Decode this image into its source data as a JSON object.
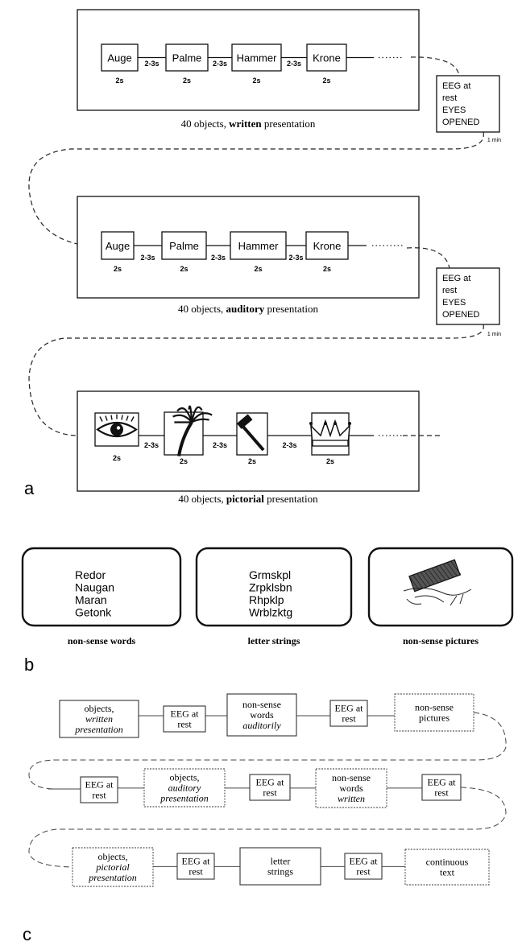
{
  "panel_a": {
    "label": "a",
    "rows": [
      {
        "items": [
          "Auge",
          "Palme",
          "Hammer",
          "Krone"
        ],
        "durations": [
          "2s",
          "2s",
          "2s",
          "2s"
        ],
        "intervals": [
          "2-3s",
          "2-3s",
          "2-3s"
        ],
        "caption_prefix": "40 objects, ",
        "caption_bold": "written",
        "caption_suffix": " presentation"
      },
      {
        "items": [
          "Auge",
          "Palme",
          "Hammer",
          "Krone"
        ],
        "durations": [
          "2s",
          "2s",
          "2s",
          "2s"
        ],
        "intervals": [
          "2-3s",
          "2-3s",
          "2-3s"
        ],
        "caption_prefix": "40 objects, ",
        "caption_bold": "auditory",
        "caption_suffix": " presentation"
      },
      {
        "icons": [
          "eye-icon",
          "palm-tree-icon",
          "hammer-icon",
          "crown-icon"
        ],
        "durations": [
          "2s",
          "2s",
          "2s",
          "2s"
        ],
        "intervals": [
          "2-3s",
          "2-3s",
          "2-3s"
        ],
        "caption_prefix": "40 objects, ",
        "caption_bold": "pictorial",
        "caption_suffix": " presentation"
      }
    ],
    "eeg_boxes": [
      {
        "lines": [
          "EEG at",
          "rest",
          "EYES",
          "OPENED"
        ],
        "duration": "1 min"
      },
      {
        "lines": [
          "EEG at",
          "rest",
          "EYES",
          "OPENED"
        ],
        "duration": "1 min"
      }
    ]
  },
  "panel_b": {
    "label": "b",
    "screens": [
      {
        "words": [
          "Redor",
          "Naugan",
          "Maran",
          "Getonk"
        ],
        "caption": "non-sense words"
      },
      {
        "words": [
          "Grmskpl",
          "Zrpklsbn",
          "Rhpklp",
          "Wrblzktg"
        ],
        "caption": "letter strings"
      },
      {
        "icon": "abstract-shape-icon",
        "caption": "non-sense pictures"
      }
    ]
  },
  "panel_c": {
    "label": "c",
    "rows": [
      [
        {
          "lines": [
            "objects,",
            "written",
            "presentation"
          ],
          "italic": [
            1,
            2
          ]
        },
        {
          "lines": [
            "EEG at",
            "rest"
          ]
        },
        {
          "lines": [
            "non-sense",
            "words",
            "auditorily"
          ],
          "italic": [
            2
          ]
        },
        {
          "lines": [
            "EEG at",
            "rest"
          ]
        },
        {
          "lines": [
            "non-sense",
            "pictures"
          ]
        }
      ],
      [
        {
          "lines": [
            "EEG at",
            "rest"
          ]
        },
        {
          "lines": [
            "objects,",
            "auditory",
            "presentation"
          ],
          "italic": [
            1,
            2
          ]
        },
        {
          "lines": [
            "EEG at",
            "rest"
          ]
        },
        {
          "lines": [
            "non-sense",
            "words",
            "written"
          ],
          "italic": [
            2
          ]
        },
        {
          "lines": [
            "EEG at",
            "rest"
          ]
        }
      ],
      [
        {
          "lines": [
            "objects,",
            "pictorial",
            "presentation"
          ],
          "italic": [
            1,
            2
          ]
        },
        {
          "lines": [
            "EEG at",
            "rest"
          ]
        },
        {
          "lines": [
            "letter",
            "strings"
          ]
        },
        {
          "lines": [
            "EEG at",
            "rest"
          ]
        },
        {
          "lines": [
            "continuous",
            "text"
          ]
        }
      ]
    ]
  }
}
